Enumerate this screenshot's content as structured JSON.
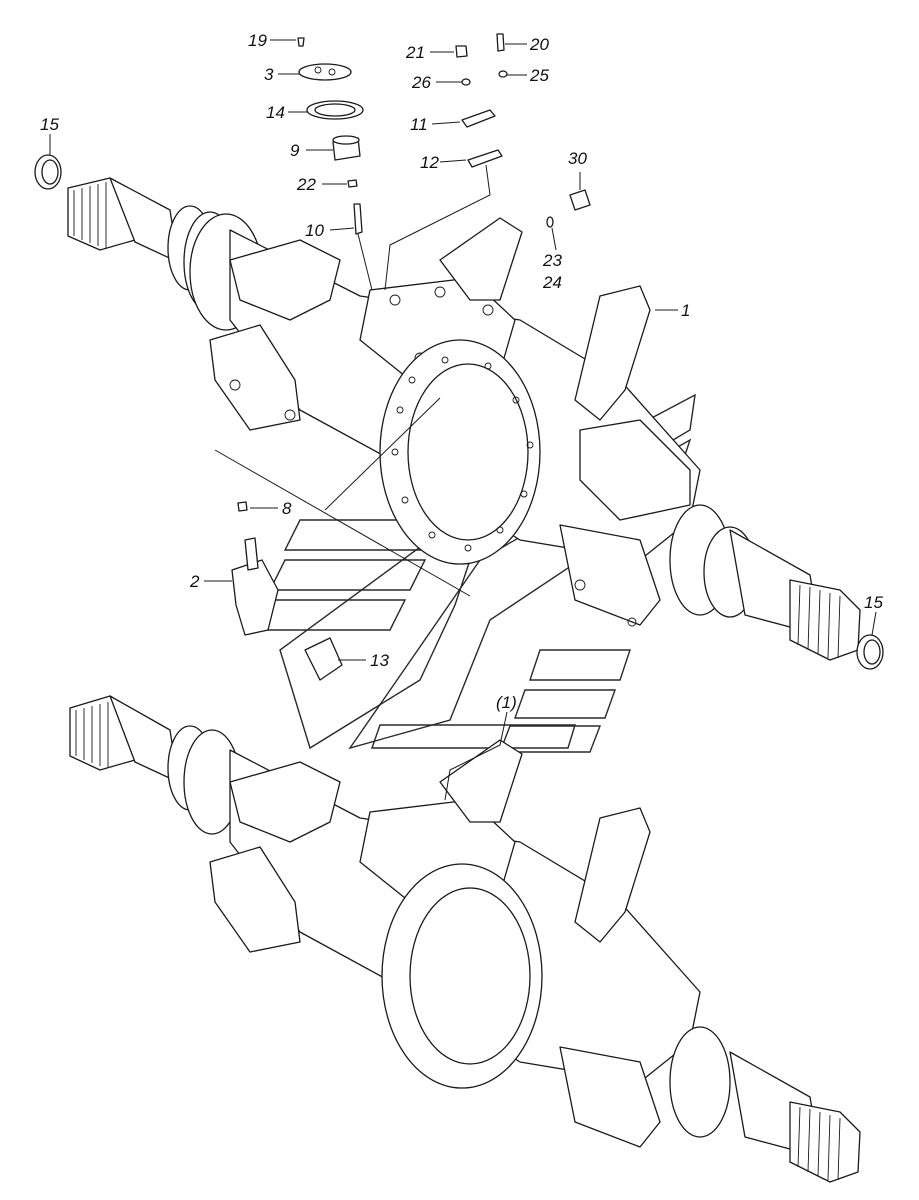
{
  "callouts": {
    "c1": "1",
    "c2": "2",
    "c3": "3",
    "c8": "8",
    "c9": "9",
    "c10": "10",
    "c11": "11",
    "c12": "12",
    "c13": "13",
    "c14": "14",
    "c15a": "15",
    "c15b": "15",
    "c19": "19",
    "c20": "20",
    "c21": "21",
    "c22": "22",
    "c23": "23",
    "c24": "24",
    "c25": "25",
    "c26": "26",
    "c30": "30",
    "c1_ref": "(1)"
  }
}
